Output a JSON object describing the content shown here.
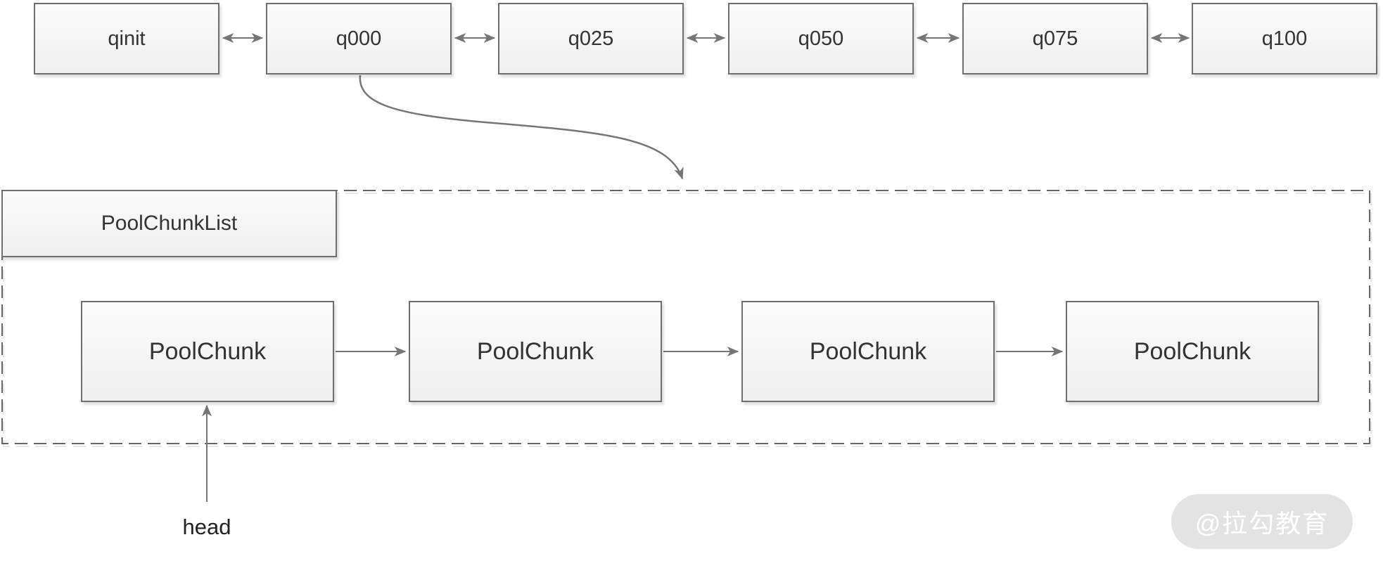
{
  "top_row": {
    "queues": [
      {
        "label": "qinit"
      },
      {
        "label": "q000"
      },
      {
        "label": "q025"
      },
      {
        "label": "q050"
      },
      {
        "label": "q075"
      },
      {
        "label": "q100"
      }
    ]
  },
  "pool_chunk_list": {
    "title": "PoolChunkList",
    "chunks": [
      {
        "label": "PoolChunk"
      },
      {
        "label": "PoolChunk"
      },
      {
        "label": "PoolChunk"
      },
      {
        "label": "PoolChunk"
      }
    ]
  },
  "head_pointer": {
    "label": "head"
  },
  "watermark": {
    "label": "@拉勾教育"
  },
  "colors": {
    "box_border": "#6e6e6e",
    "box_fill_top": "#fbfbfb",
    "box_fill_bottom": "#efefef",
    "arrow": "#757575",
    "dashed_border": "#666666",
    "text": "#333333",
    "watermark_bg": "#e3e3e3",
    "watermark_text": "#ffffff"
  }
}
